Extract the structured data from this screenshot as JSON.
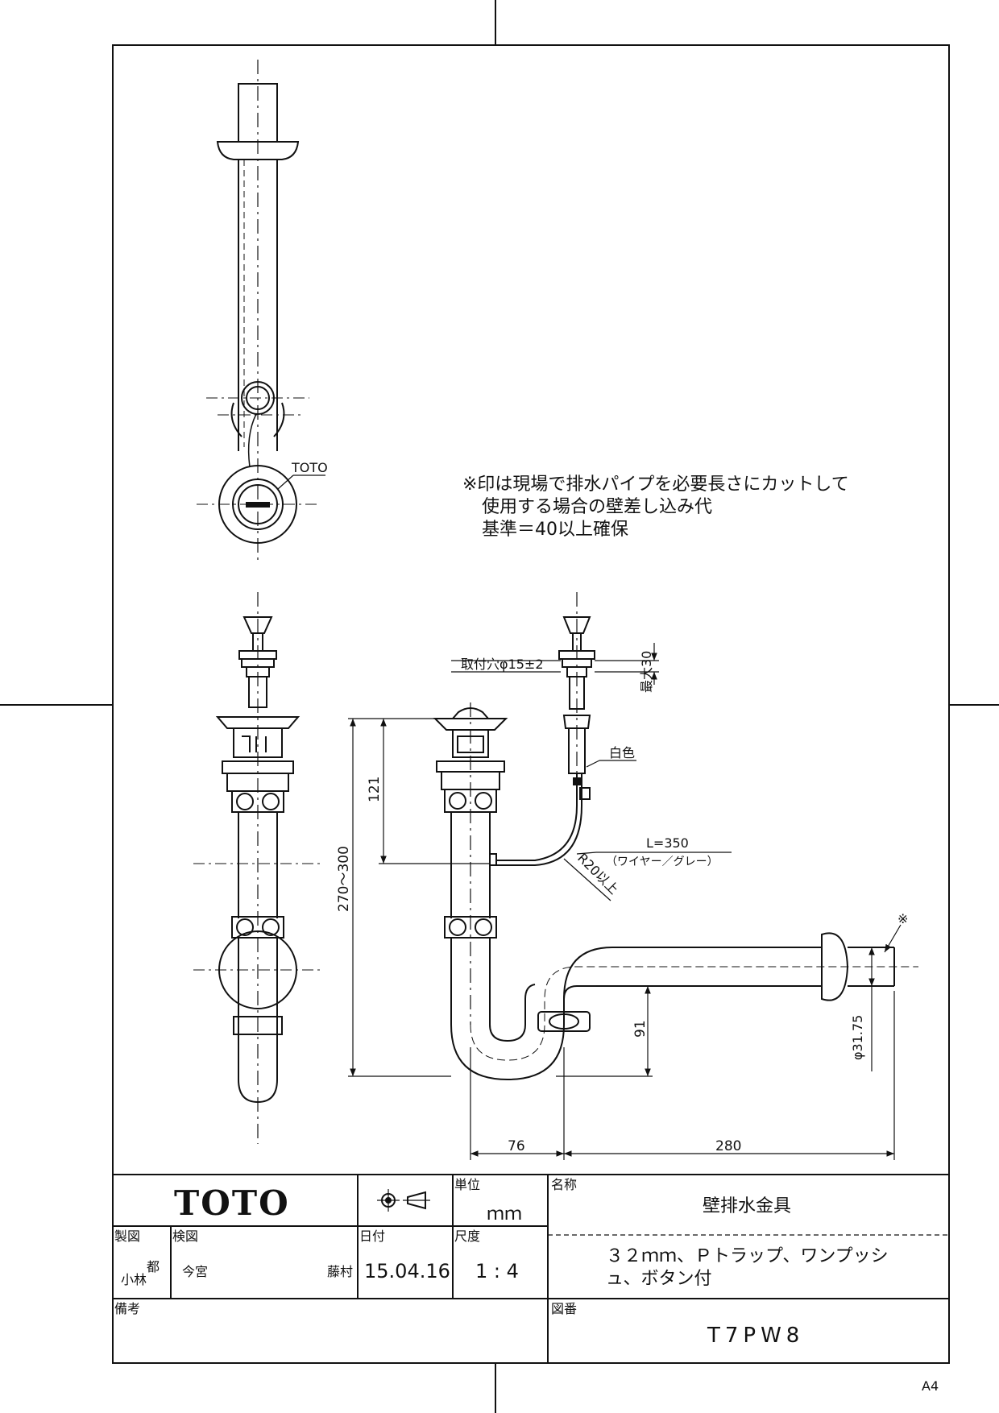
{
  "note": {
    "line1": "※印は現場で排水パイプを必要長さにカットして",
    "line2": "使用する場合の壁差し込み代",
    "line3": "基準＝40以上確保"
  },
  "labels": {
    "toto_mark": "TOTO",
    "mount_hole": "取付穴φ15±2",
    "max30": "最大30",
    "white": "白色",
    "wire_len": "L=350",
    "wire_desc": "（ワイヤー／グレー）",
    "radius": "R20以上",
    "asterisk": "※"
  },
  "dimensions": {
    "d121": "121",
    "d270": "270～300",
    "d91": "91",
    "d3175": "φ31.75",
    "d76": "76",
    "d280": "280"
  },
  "title_block": {
    "brand": "TOTO",
    "unit_label": "単位",
    "unit_value": "ｍｍ",
    "name_label": "名称",
    "name_value": "壁排水金具",
    "drawn_label": "製図",
    "drawn_value": "小林",
    "drawn_value2": "都",
    "checked_label": "検図",
    "checked_value": "今宮",
    "approved_value": "藤村",
    "date_label": "日付",
    "date_value": "15.04.16",
    "scale_label": "尺度",
    "scale_value": "1 : 4",
    "desc_line1": "３２ｍｍ、Ｐトラップ、ワンプッシ",
    "desc_line2": "ュ、ボタン付",
    "remarks_label": "備考",
    "drawing_no_label": "図番",
    "drawing_no_value": "T7PW8"
  },
  "sheet_size": "A4"
}
